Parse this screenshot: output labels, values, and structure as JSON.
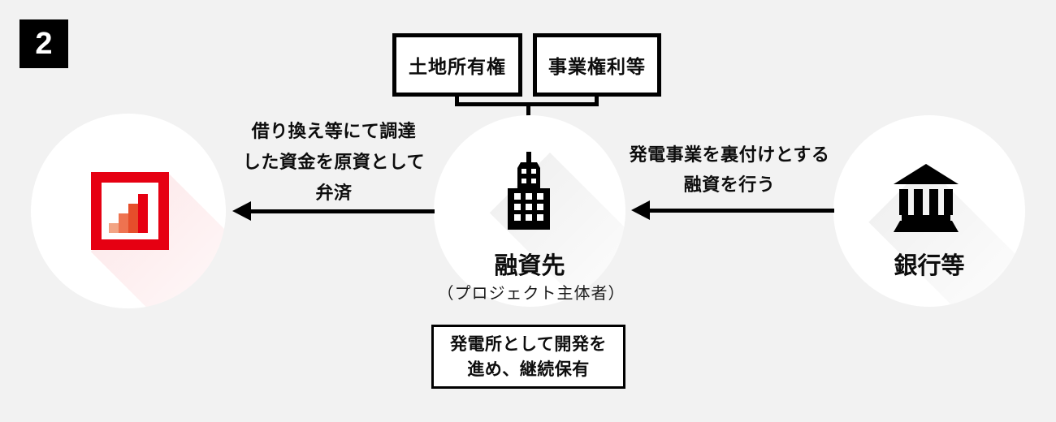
{
  "step_badge": {
    "label": "2"
  },
  "collateral_boxes": {
    "land": {
      "label": "土地所有権"
    },
    "business": {
      "label": "事業権利等"
    }
  },
  "nodes": {
    "company": {
      "icon": "bar-chart-logo-icon"
    },
    "borrower": {
      "title": "融資先",
      "subtitle": "（プロジェクト主体者）",
      "icon": "office-building-icon"
    },
    "bank": {
      "title": "銀行等",
      "icon": "bank-icon"
    }
  },
  "arrows": {
    "repayment": {
      "direction": "borrower-to-company",
      "line1": "借り換え等にて調達",
      "line2": "した資金を原資として",
      "line3": "弁済"
    },
    "loan": {
      "direction": "bank-to-borrower",
      "line1": "発電事業を裏付けとする",
      "line2": "融資を行う"
    }
  },
  "note_box": {
    "line1": "発電所として開発を",
    "line2": "進め、継続保有"
  },
  "colors": {
    "background": "#f2f2f2",
    "ink": "#000000",
    "accent_red": "#e60012",
    "logo_bars": [
      "#f2a484",
      "#ee7350",
      "#e64e2b",
      "#e60012"
    ]
  }
}
